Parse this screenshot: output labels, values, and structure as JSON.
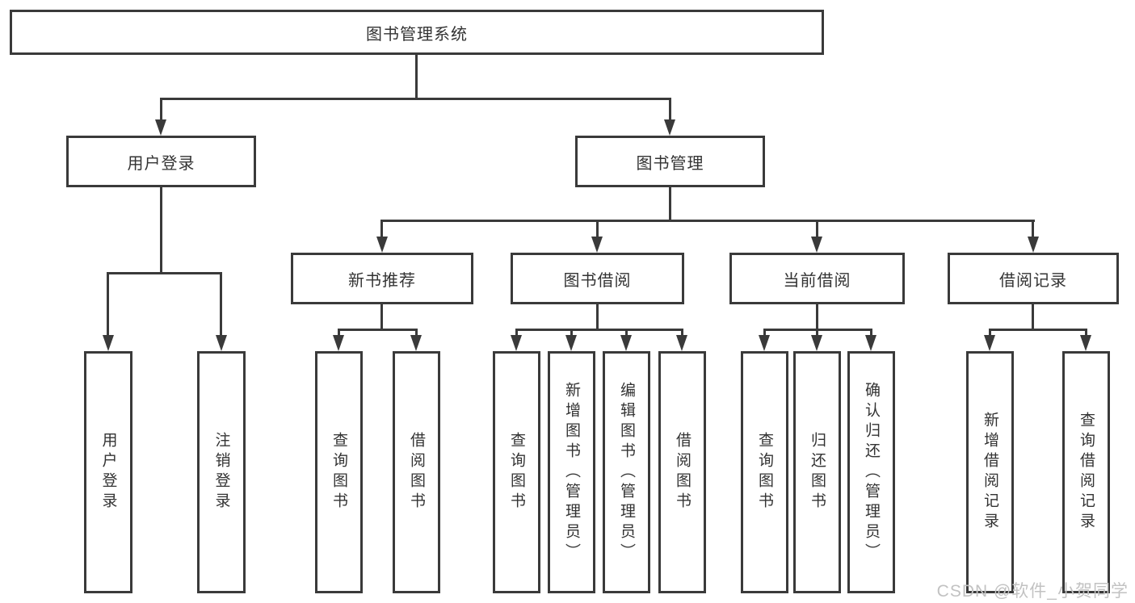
{
  "tree": {
    "root": {
      "label": "图书管理系统",
      "children": [
        {
          "label": "用户登录",
          "children": [
            {
              "label": "用户登录"
            },
            {
              "label": "注销登录"
            }
          ]
        },
        {
          "label": "图书管理",
          "children": [
            {
              "label": "新书推荐",
              "children": [
                {
                  "label": "查询图书"
                },
                {
                  "label": "借阅图书"
                }
              ]
            },
            {
              "label": "图书借阅",
              "children": [
                {
                  "label": "查询图书"
                },
                {
                  "label": "新增图书（管理员）"
                },
                {
                  "label": "编辑图书（管理员）"
                },
                {
                  "label": "借阅图书"
                }
              ]
            },
            {
              "label": "当前借阅",
              "children": [
                {
                  "label": "查询图书"
                },
                {
                  "label": "归还图书"
                },
                {
                  "label": "确认归还（管理员）"
                }
              ]
            },
            {
              "label": "借阅记录",
              "children": [
                {
                  "label": "新增借阅记录"
                },
                {
                  "label": "查询借阅记录"
                }
              ]
            }
          ]
        }
      ]
    }
  },
  "watermark": {
    "text": "CSDN @软件_小贺同学"
  },
  "colors": {
    "line": "#3a3a3a",
    "border": "#3a3a3a",
    "text": "#333333",
    "watermark": "#c2c2c2",
    "background": "#ffffff"
  }
}
